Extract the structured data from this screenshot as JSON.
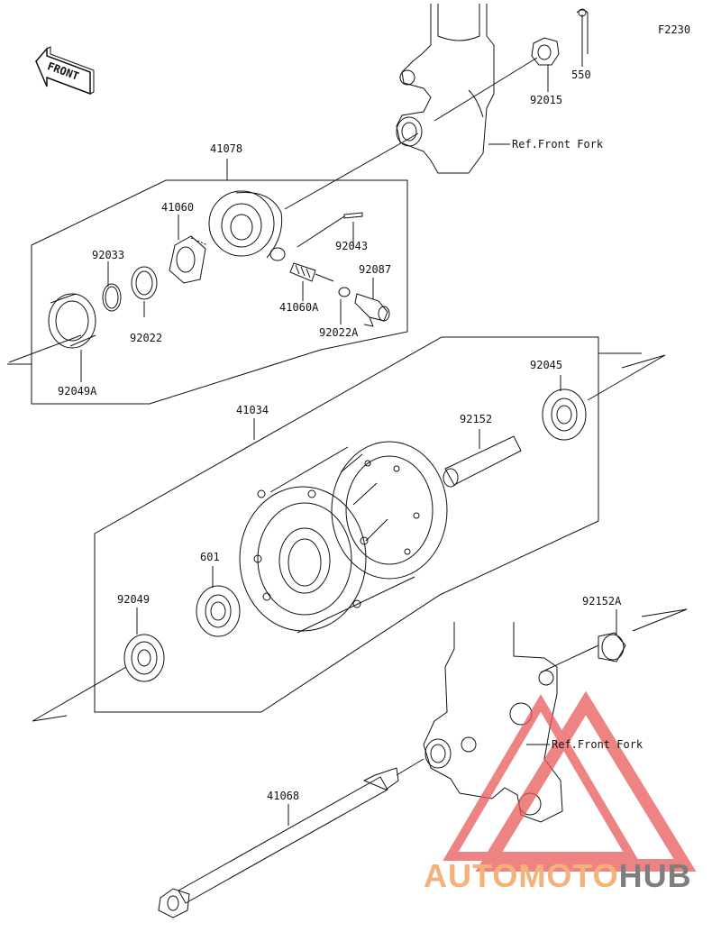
{
  "diagram": {
    "code": "F2230",
    "front_label": "FRONT",
    "parts": {
      "p41078": "41078",
      "p41060": "41060",
      "p92033": "92033",
      "p92022": "92022",
      "p92049A": "92049A",
      "p92043": "92043",
      "p92087": "92087",
      "p41060A": "41060A",
      "p92022A": "92022A",
      "p92015": "92015",
      "p550": "550",
      "p41034": "41034",
      "p92045": "92045",
      "p92152": "92152",
      "p601": "601",
      "p92049": "92049",
      "p92152A": "92152A",
      "p41068": "41068"
    },
    "ref_front_fork_top": "Ref.Front Fork",
    "ref_front_fork_bottom": "Ref.Front Fork"
  },
  "watermark": {
    "part1": "AUTOMOTO",
    "part2": "HUB",
    "color_primary": "#f2b27a",
    "color_secondary": "#7e7e7e",
    "logo_color": "#e85a5a"
  }
}
